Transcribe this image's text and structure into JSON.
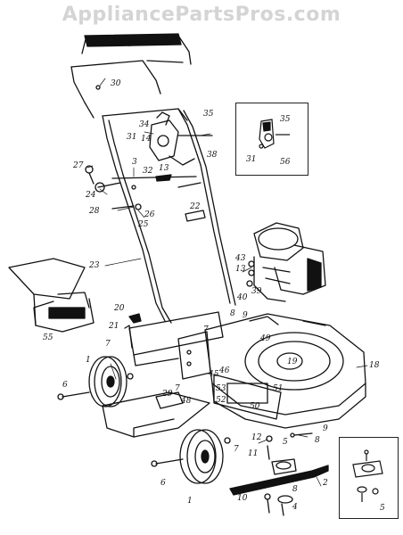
{
  "watermark": "AppliancePartsPros.com",
  "labels": {
    "l30a": "30",
    "l30b": "30",
    "l35": "35",
    "l34": "34",
    "l31": "31",
    "l14": "14",
    "l13": "13",
    "l38": "38",
    "l27": "27",
    "l3": "3",
    "l32": "32",
    "l24": "24",
    "l28": "28",
    "l26": "26",
    "l25": "25",
    "l22": "22",
    "l23": "23",
    "l43": "43",
    "l13b": "13",
    "l40": "40",
    "l39": "39",
    "l20": "20",
    "l55": "55",
    "l21": "21",
    "l8": "8",
    "l9": "9",
    "l7a": "7",
    "l7b": "7",
    "l49": "49",
    "l19": "19",
    "l18": "18",
    "l45": "45",
    "l46": "46",
    "l53": "53",
    "l52": "52",
    "l51": "51",
    "l50": "50",
    "l1a": "1",
    "l6a": "6",
    "l29": "29",
    "l7c": "7",
    "l48": "48",
    "l12": "12",
    "l9b": "9",
    "l8b": "8",
    "l5": "5",
    "l7d": "7",
    "l11": "11",
    "l2": "2",
    "l6b": "6",
    "l1b": "1",
    "l8c": "8",
    "l10": "10",
    "l4": "4",
    "inset1_35": "35",
    "inset1_31": "31",
    "inset1_56": "56",
    "inset2_5": "5"
  }
}
